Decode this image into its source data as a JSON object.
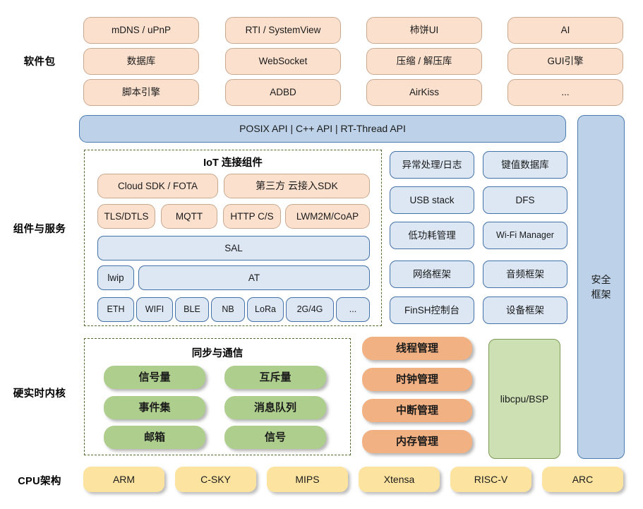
{
  "sections": {
    "software_package": "软件包",
    "components_services": "组件与服务",
    "hard_realtime_kernel": "硬实时内核",
    "cpu_arch": "CPU架构"
  },
  "software_packages": {
    "col1": [
      "mDNS / uPnP",
      "数据库",
      "脚本引擎"
    ],
    "col2": [
      "RTI / SystemView",
      "WebSocket",
      "ADBD"
    ],
    "col3": [
      "柿饼UI",
      "压缩 / 解压库",
      "AirKiss"
    ],
    "col4": [
      "AI",
      "GUI引擎",
      "..."
    ]
  },
  "api_bar": {
    "label": "POSIX API  |  C++ API  |  RT-Thread API"
  },
  "iot": {
    "title": "IoT 连接组件",
    "row1": [
      "Cloud SDK / FOTA",
      "第三方 云接入SDK"
    ],
    "row2": [
      "TLS/DTLS",
      "MQTT",
      "HTTP C/S",
      "LWM2M/CoAP"
    ],
    "sal": "SAL",
    "lwip": "lwip",
    "at": "AT",
    "links": [
      "ETH",
      "WIFI",
      "BLE",
      "NB",
      "LoRa",
      "2G/4G",
      "..."
    ]
  },
  "components": {
    "left": [
      "异常处理/日志",
      "USB stack",
      "低功耗管理",
      "网络框架",
      "FinSH控制台"
    ],
    "right": [
      "键值数据库",
      "DFS",
      "Wi-Fi Manager",
      "音频框架",
      "设备框架"
    ]
  },
  "security": {
    "line1": "安全",
    "line2": "框架"
  },
  "kernel": {
    "sync_title": "同步与通信",
    "sync_left": [
      "信号量",
      "事件集",
      "邮箱"
    ],
    "sync_right": [
      "互斥量",
      "消息队列",
      "信号"
    ],
    "managers": [
      "线程管理",
      "时钟管理",
      "中断管理",
      "内存管理"
    ],
    "libcpu": "libcpu/BSP"
  },
  "cpu_arch": {
    "items": [
      "ARM",
      "C-SKY",
      "MIPS",
      "Xtensa",
      "RISC-V",
      "ARC"
    ]
  },
  "colors": {
    "peach": "#FBE0CE",
    "light_blue": "#DCE7F3",
    "api_blue": "#BDD2E8",
    "green": "#AECE8D",
    "orange": "#F2B183",
    "green_panel": "#CDE0B4",
    "yellow": "#FCE4A0",
    "dash_border": "#4F6B2E"
  }
}
